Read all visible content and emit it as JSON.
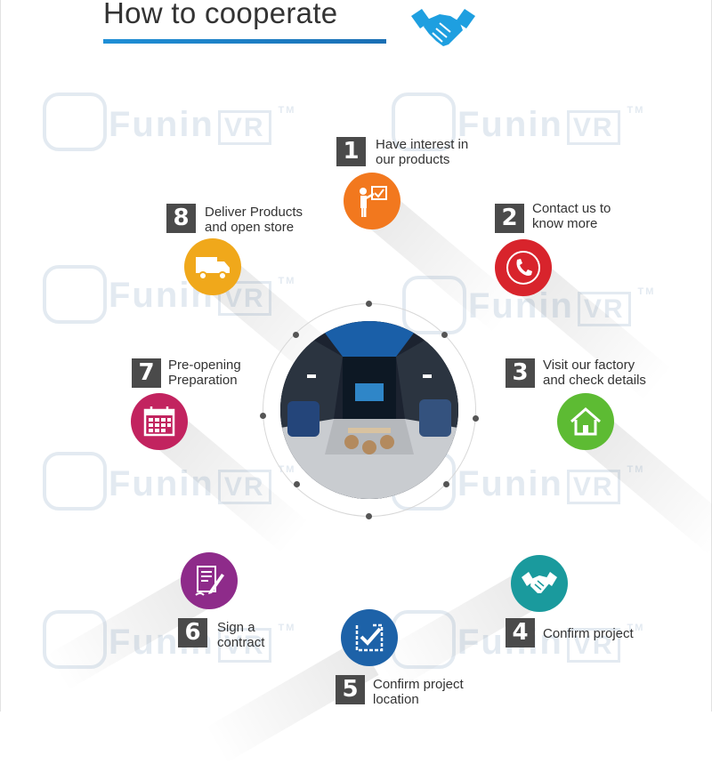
{
  "title": "How to cooperate",
  "header_icon": "handshake-icon",
  "watermark": {
    "brand_text": "FuninVR",
    "fun": "Fun",
    "in": "in",
    "vr": "VR",
    "tm": "TM"
  },
  "center": {
    "image": "vr-experience-store-photo"
  },
  "steps": [
    {
      "num": "1",
      "label": "Have interest in\nour products",
      "icon": "presenter-board-icon",
      "color": "#f2781e"
    },
    {
      "num": "2",
      "label": "Contact us to\nknow more",
      "icon": "phone-icon",
      "color": "#d8242c"
    },
    {
      "num": "3",
      "label": "Visit our factory\nand check details",
      "icon": "house-icon",
      "color": "#5dbb33"
    },
    {
      "num": "4",
      "label": "Confirm project",
      "icon": "handshake-icon",
      "color": "#1a9a9d"
    },
    {
      "num": "5",
      "label": "Confirm project\nlocation",
      "icon": "checkbox-icon",
      "color": "#1d62a8"
    },
    {
      "num": "6",
      "label": "Sign a\ncontract",
      "icon": "contract-signing-icon",
      "color": "#8e2b8a"
    },
    {
      "num": "7",
      "label": "Pre-opening\nPreparation",
      "icon": "calendar-icon",
      "color": "#c2235f"
    },
    {
      "num": "8",
      "label": "Deliver Products\nand open store",
      "icon": "truck-icon",
      "color": "#f0a81b"
    }
  ]
}
